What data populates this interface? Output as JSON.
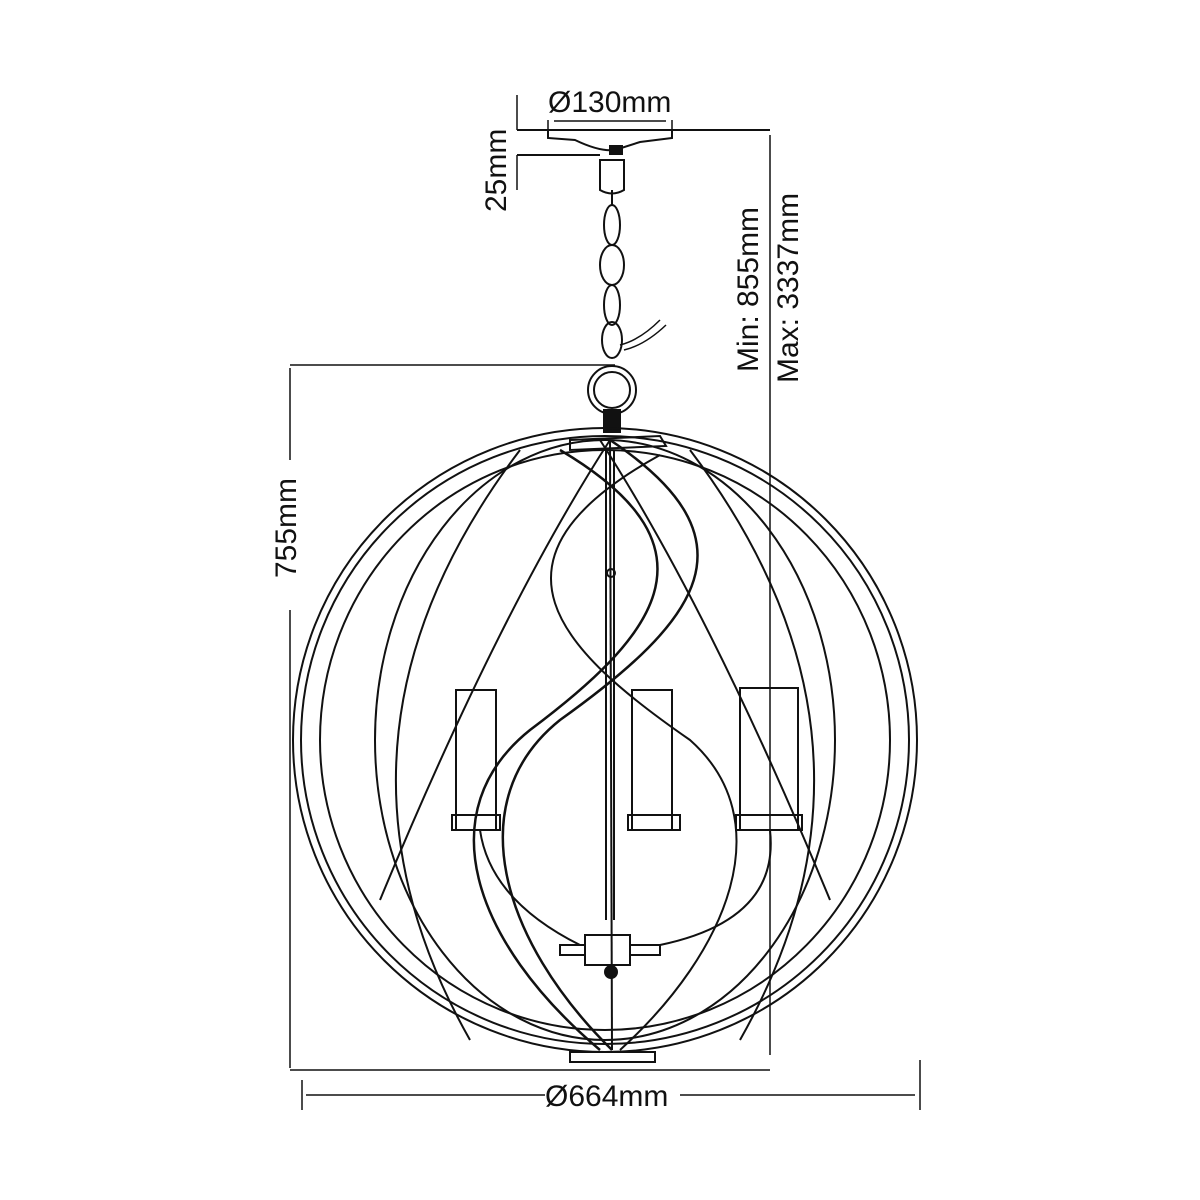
{
  "diagram": {
    "title": "Pendant light technical drawing",
    "stroke_color": "#111111",
    "background": "#ffffff",
    "dimensions": {
      "canopy_diameter": "Ø130mm",
      "canopy_height": "25mm",
      "min_drop": "Min: 855mm",
      "max_drop": "Max: 3337mm",
      "body_height": "755mm",
      "body_diameter": "Ø664mm"
    },
    "components": [
      "canopy",
      "chain",
      "ring-hook",
      "spherical-ribbon-cage",
      "three-candle-lamps",
      "center-rod",
      "bottom-finial"
    ]
  }
}
